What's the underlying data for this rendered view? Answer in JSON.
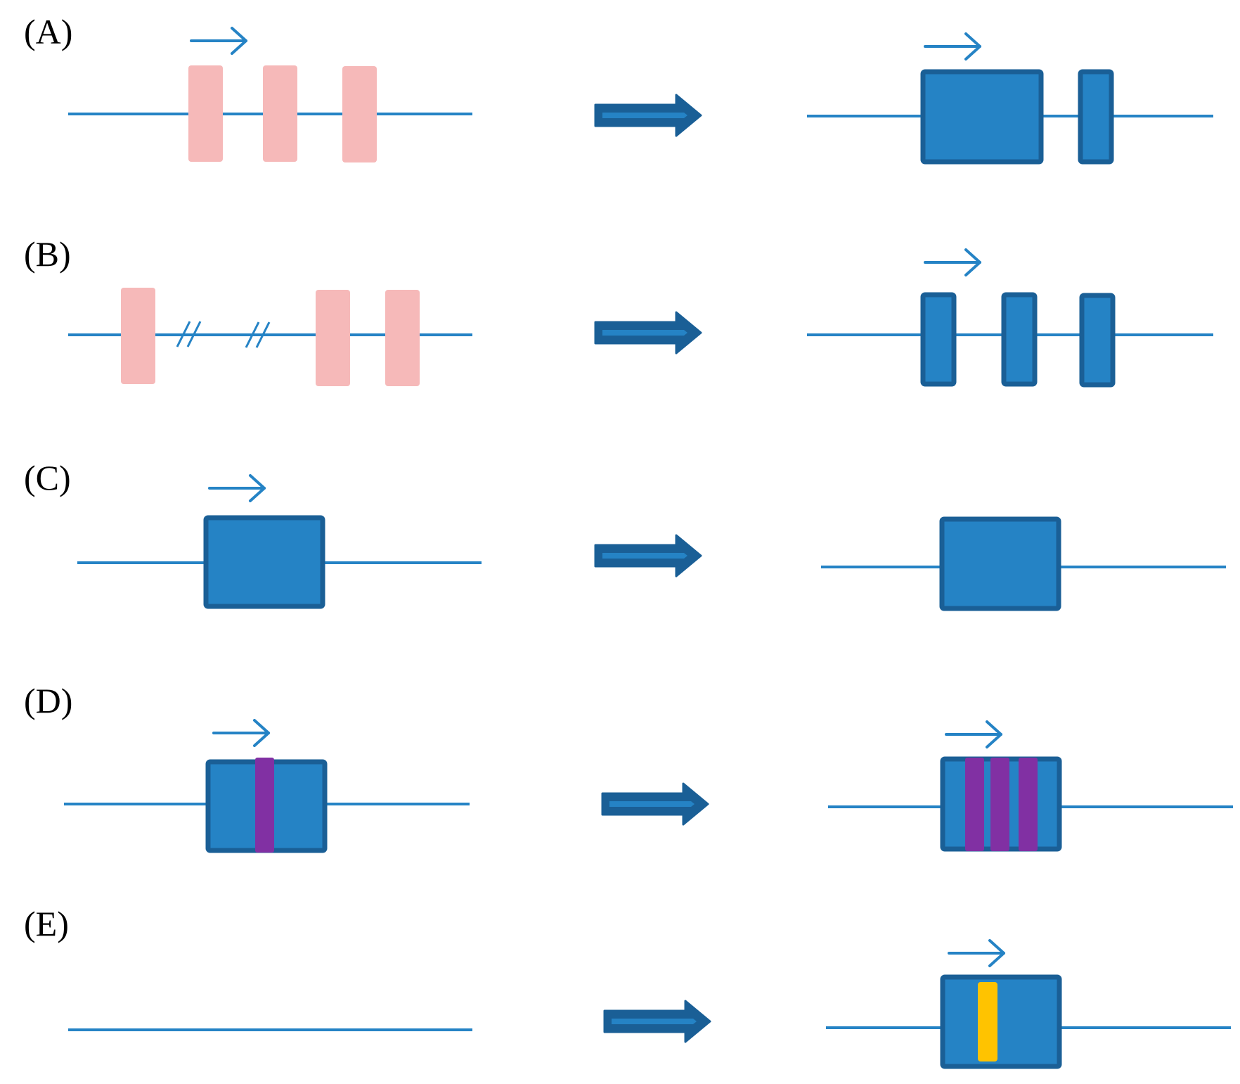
{
  "colors": {
    "line": "#2583c5",
    "box_fill": "#2583c5",
    "box_border": "#1a5f96",
    "pink": "#f6b9b9",
    "purple": "#8130a3",
    "yellow": "#ffc300",
    "transform_arrow": "#1a5f96",
    "transform_arrow_inner": "#2583c5"
  },
  "panels": [
    {
      "label": "(A)"
    },
    {
      "label": "(B)"
    },
    {
      "label": "(C)"
    },
    {
      "label": "(D)"
    },
    {
      "label": "(E)"
    }
  ]
}
